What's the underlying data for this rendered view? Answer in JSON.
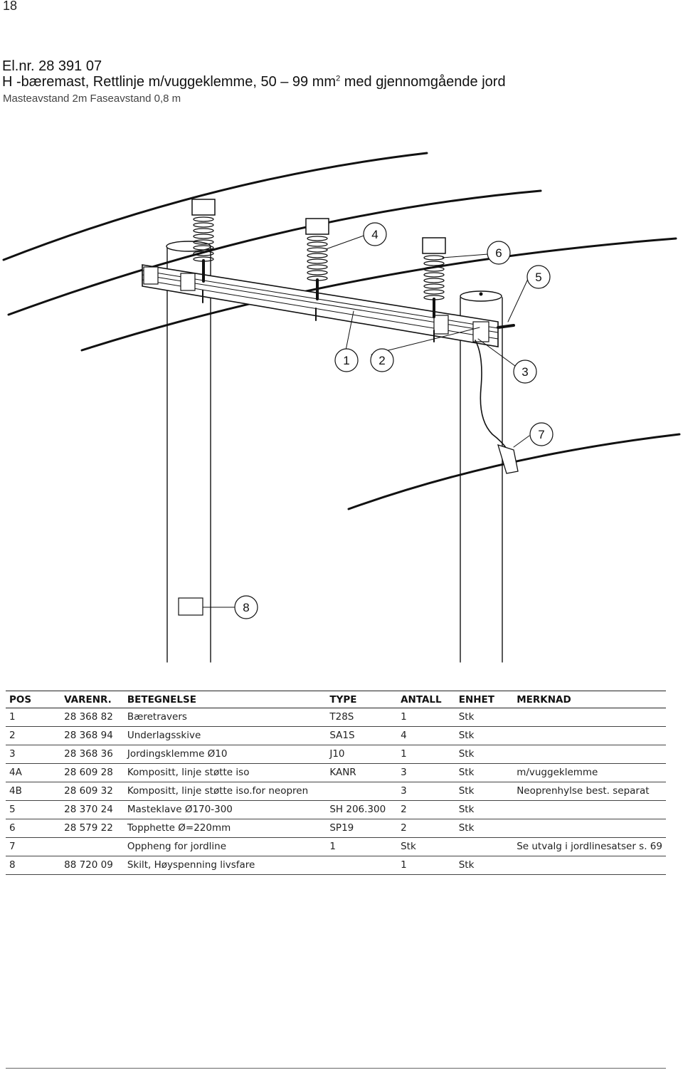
{
  "page": {
    "number": "18",
    "title_line1": "El.nr. 28 391 07",
    "title_line2_main": "H -bæremast, Rettlinje m/vuggeklemme, 50 – 99 mm",
    "title_line2_sup": "2",
    "title_line2_end": " med gjennomgående jord",
    "subtitle": "Masteavstand 2m Faseavstand 0,8 m"
  },
  "drawing": {
    "callouts": [
      "4",
      "6",
      "5",
      "1",
      "2",
      "3",
      "7",
      "8"
    ]
  },
  "table": {
    "headers": [
      "POS",
      "VARENR.",
      "BETEGNELSE",
      "TYPE",
      "ANTALL",
      "ENHET",
      "MERKNAD"
    ],
    "rows": [
      [
        "1",
        "28 368 82",
        "Bæretravers",
        "T28S",
        "1",
        "Stk",
        ""
      ],
      [
        "2",
        "28 368 94",
        "Underlagsskive",
        "SA1S",
        "4",
        "Stk",
        ""
      ],
      [
        "3",
        "28 368 36",
        "Jordingsklemme Ø10",
        "J10",
        "1",
        "Stk",
        ""
      ],
      [
        "4A",
        "28 609 28",
        "Kompositt, linje støtte iso",
        "KANR",
        "3",
        "Stk",
        "m/vuggeklemme"
      ],
      [
        "4B",
        "28 609 32",
        "Kompositt, linje støtte iso.for neopren",
        "",
        "3",
        "Stk",
        "Neoprenhylse best. separat"
      ],
      [
        "5",
        "28 370 24",
        "Masteklave Ø170-300",
        "SH 206.300",
        "2",
        "Stk",
        ""
      ],
      [
        "6",
        "28 579 22",
        "Topphette Ø=220mm",
        "SP19",
        "2",
        "Stk",
        ""
      ],
      [
        "7",
        "",
        "Oppheng for jordline",
        "1",
        "Stk",
        "",
        "Se utvalg i jordlinesatser s. 69"
      ],
      [
        "8",
        "88 720 09",
        "Skilt, Høyspenning livsfare",
        "",
        "1",
        "Stk",
        ""
      ]
    ]
  }
}
